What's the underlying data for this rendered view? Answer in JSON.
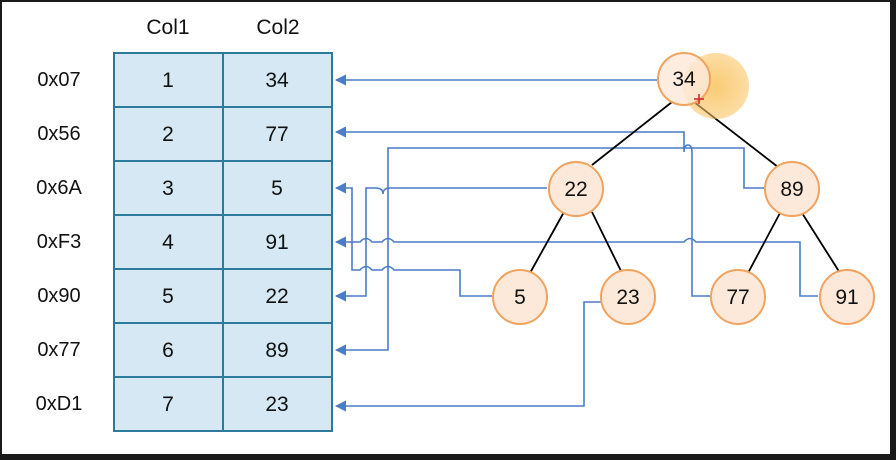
{
  "columns": [
    "Col1",
    "Col2"
  ],
  "rows": [
    {
      "address": "0x07",
      "col1": "1",
      "col2": "34"
    },
    {
      "address": "0x56",
      "col1": "2",
      "col2": "77"
    },
    {
      "address": "0x6A",
      "col1": "3",
      "col2": "5"
    },
    {
      "address": "0xF3",
      "col1": "4",
      "col2": "91"
    },
    {
      "address": "0x90",
      "col1": "5",
      "col2": "22"
    },
    {
      "address": "0x77",
      "col1": "6",
      "col2": "89"
    },
    {
      "address": "0xD1",
      "col1": "7",
      "col2": "23"
    }
  ],
  "tree_nodes": [
    {
      "id": "n34",
      "label": "34"
    },
    {
      "id": "n22",
      "label": "22"
    },
    {
      "id": "n89",
      "label": "89"
    },
    {
      "id": "n5",
      "label": "5"
    },
    {
      "id": "n23",
      "label": "23"
    },
    {
      "id": "n77",
      "label": "77"
    },
    {
      "id": "n91",
      "label": "91"
    }
  ],
  "colors": {
    "cell_fill": "#d5e8f3",
    "cell_border": "#2d7a9a",
    "node_fill": "#fde9d9",
    "node_border": "#f0a35e",
    "highlight": "#f9c25c",
    "pointer_line": "#4a7cc7",
    "tree_edge": "#000000",
    "cursor": "#d22c2c"
  }
}
